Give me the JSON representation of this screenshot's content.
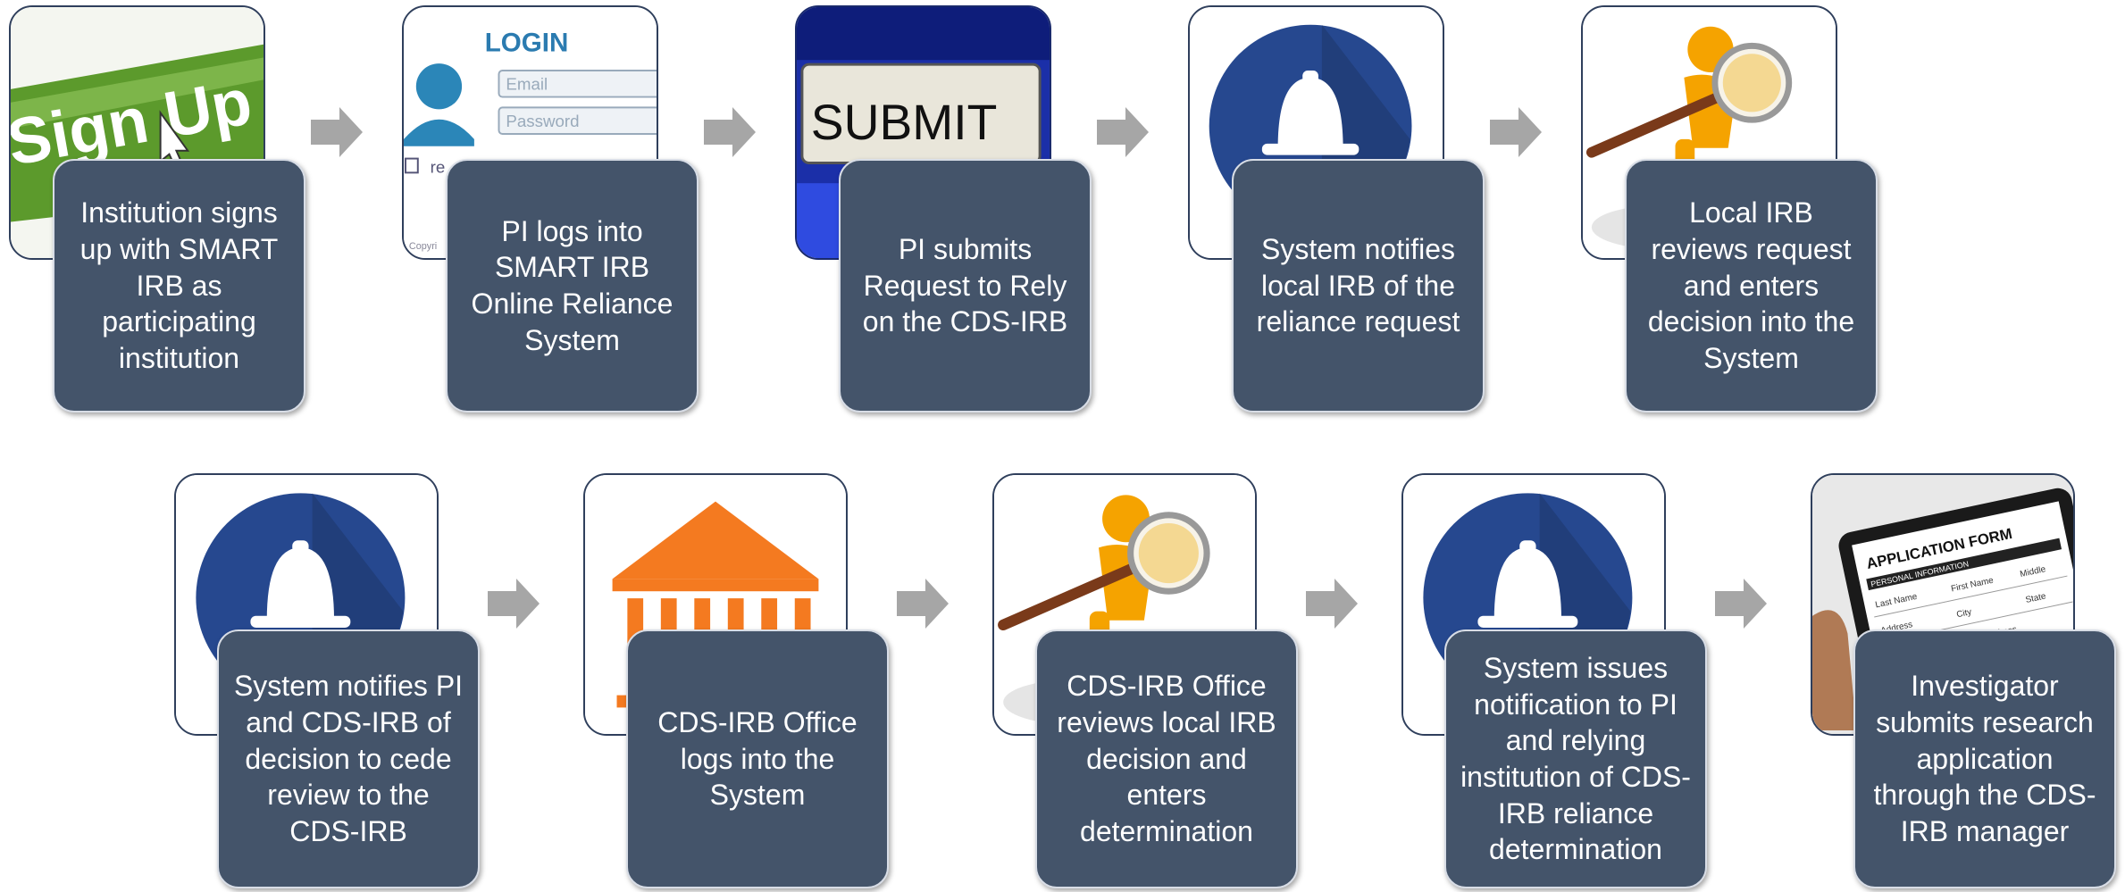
{
  "colors": {
    "card": "#44546a",
    "arrow": "#a6a6a6",
    "frame": "#2f3f5c"
  },
  "row1": [
    {
      "icon": "sign-up-icon",
      "text": "Institution signs up with SMART IRB as participating institution",
      "img": {
        "word": "Sign Up"
      }
    },
    {
      "icon": "login-icon",
      "text": "PI logs into SMART IRB Online Reliance System",
      "img": {
        "title": "LOGIN",
        "email": "Email",
        "password": "Password",
        "remember": "re",
        "footer": "Copyri"
      }
    },
    {
      "icon": "submit-icon",
      "text": "PI submits Request to Rely on the CDS-IRB",
      "img": {
        "word": "SUBMIT"
      }
    },
    {
      "icon": "bell-icon",
      "text": "System notifies local IRB of the reliance request"
    },
    {
      "icon": "magnifier-figure-icon",
      "text": "Local IRB reviews request and enters decision into the System"
    }
  ],
  "row2": [
    {
      "icon": "bell-icon",
      "text": "System notifies PI and CDS-IRB of decision to cede review to the CDS-IRB"
    },
    {
      "icon": "institution-icon",
      "text": "CDS-IRB Office logs into the System"
    },
    {
      "icon": "magnifier-figure-icon",
      "text": "CDS-IRB Office reviews local IRB decision and enters determination"
    },
    {
      "icon": "bell-icon",
      "text": "System issues notification to PI and relying institution of CDS-IRB reliance determination"
    },
    {
      "icon": "application-form-icon",
      "text": "Investigator submits research application through the CDS-IRB manager",
      "img": {
        "title": "APPLICATION FORM",
        "section": "PERSONAL INFORMATION",
        "f1": "Last Name",
        "f2": "First Name",
        "f3": "Middle",
        "f4": "Address",
        "f5": "City",
        "f6": "State",
        "f7": "Email address"
      }
    }
  ]
}
